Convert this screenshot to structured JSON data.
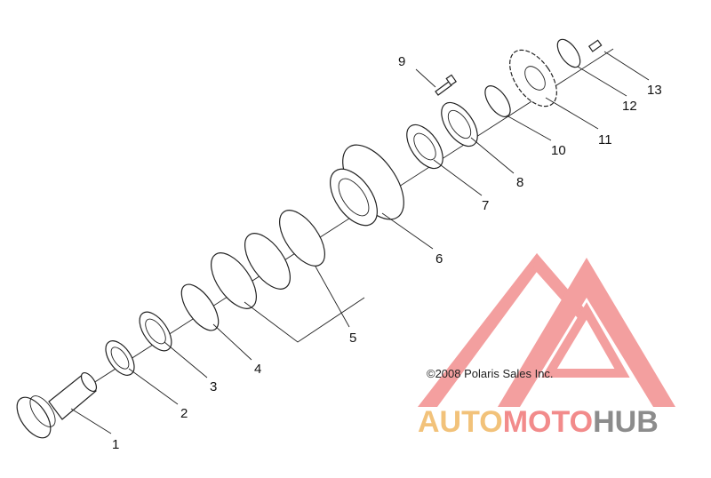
{
  "diagram": {
    "callouts": [
      "1",
      "2",
      "3",
      "4",
      "5",
      "6",
      "7",
      "8",
      "9",
      "10",
      "11",
      "12",
      "13"
    ],
    "copyright": "©2008 Polaris Sales Inc."
  },
  "watermark": {
    "brand_part1": "AUTO",
    "brand_part2": "MOTO",
    "brand_part3": "HUB",
    "colors": {
      "auto": "#f2c27a",
      "moto": "#f28b8b",
      "hub": "#8c8c8c",
      "logo": "#f07f7f"
    }
  }
}
